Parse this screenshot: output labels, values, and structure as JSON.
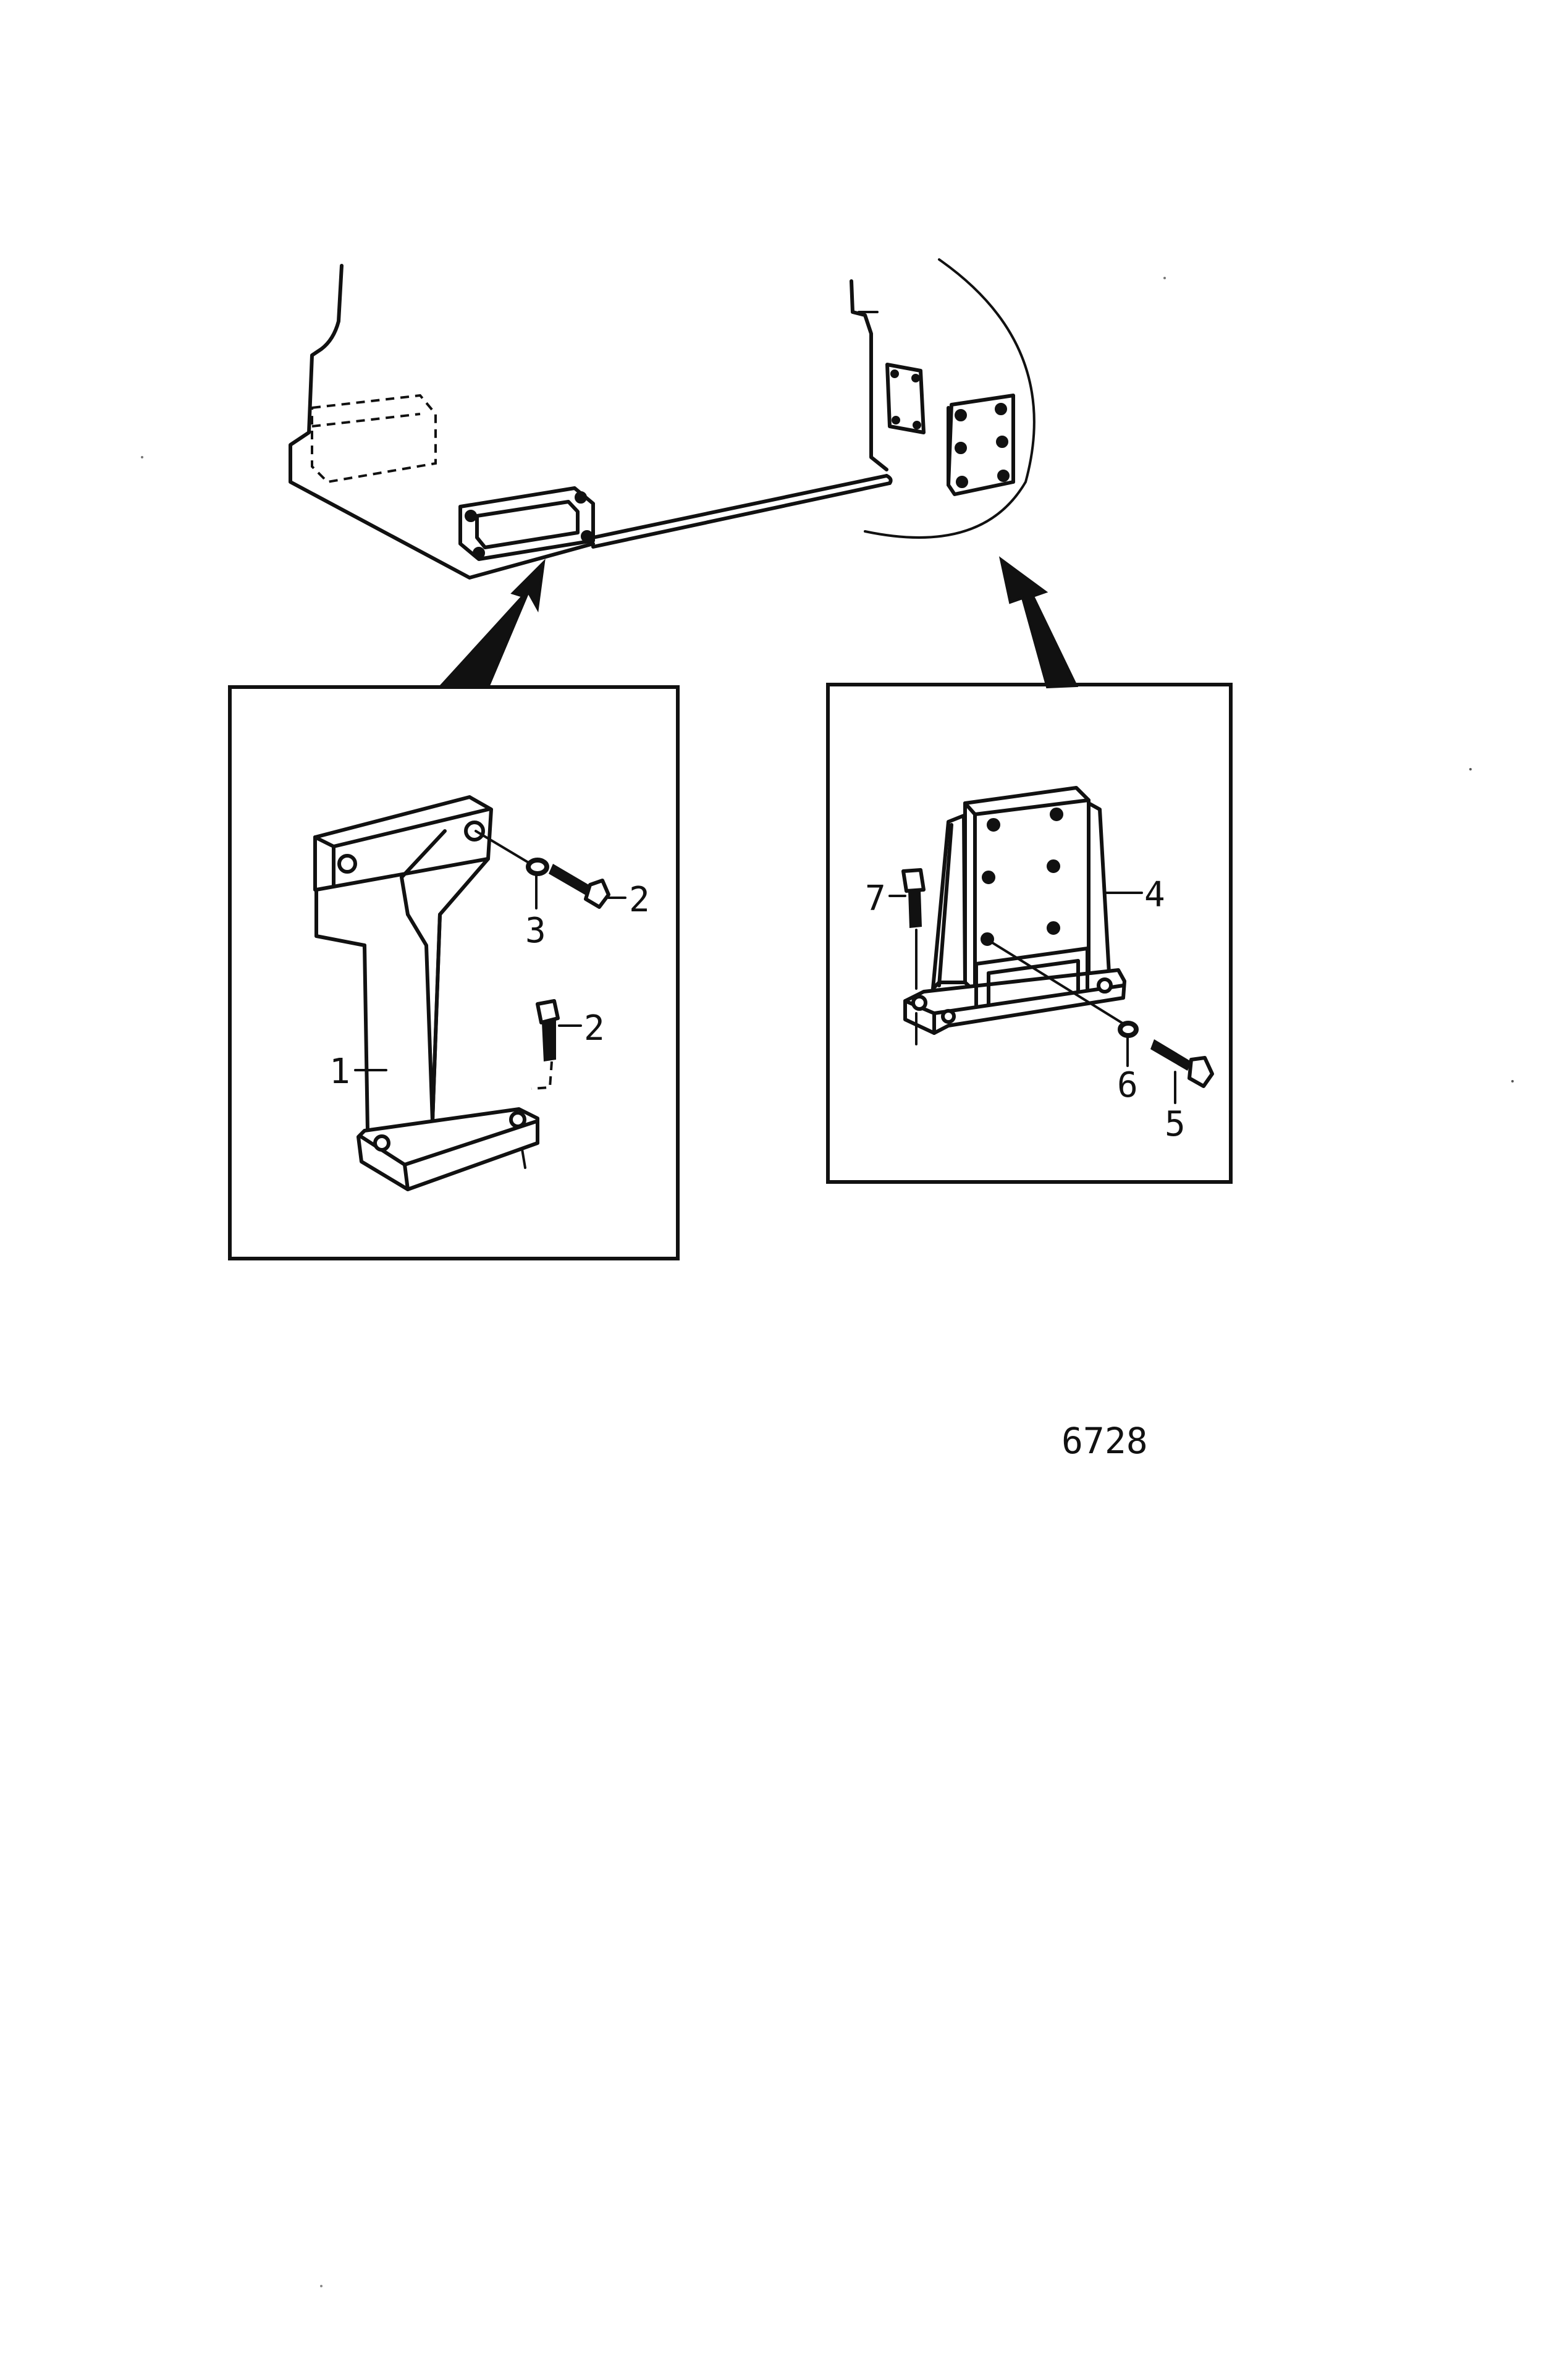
{
  "callouts": {
    "c1": "1",
    "c2a": "2",
    "c2b": "2",
    "c3": "3",
    "c4": "4",
    "c5": "5",
    "c6": "6",
    "c7": "7"
  },
  "figure_number": "6728"
}
